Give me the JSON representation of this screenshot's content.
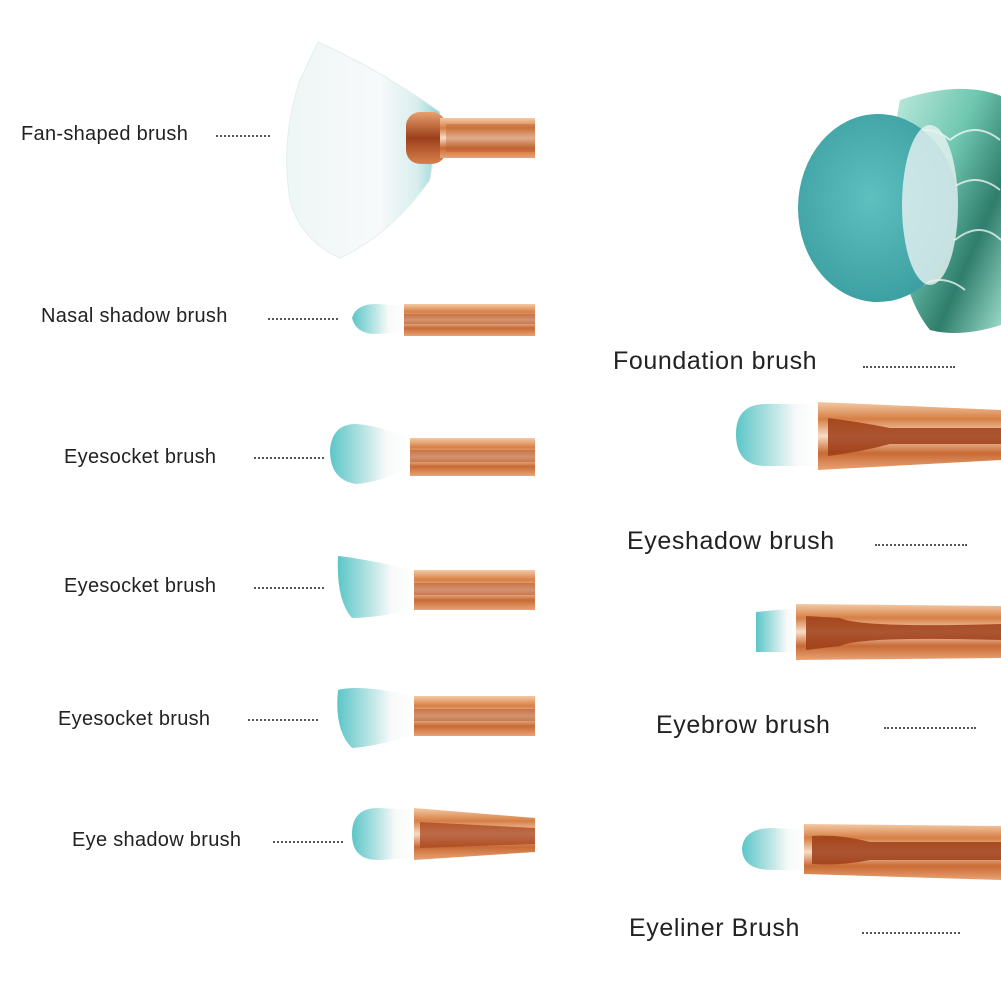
{
  "colors": {
    "bristle_white": "#f6f8f8",
    "bristle_teal": "#5cc6c8",
    "handle_copper": "#d98a52",
    "handle_dark": "#a44a22",
    "handle_light": "#f6d0ae",
    "foundation_teal": "#4fb3b4",
    "mermaid_handle": "#8fd3c2"
  },
  "brushes": [
    {
      "label": "Fan-shaped brush"
    },
    {
      "label": "Nasal shadow brush"
    },
    {
      "label": "Eyesocket brush"
    },
    {
      "label": "Eyesocket brush"
    },
    {
      "label": "Eyesocket brush"
    },
    {
      "label": "Eye shadow brush"
    },
    {
      "label": "Foundation brush"
    },
    {
      "label": "Eyeshadow brush"
    },
    {
      "label": "Eyebrow brush"
    },
    {
      "label": "Eyeliner Brush"
    }
  ]
}
